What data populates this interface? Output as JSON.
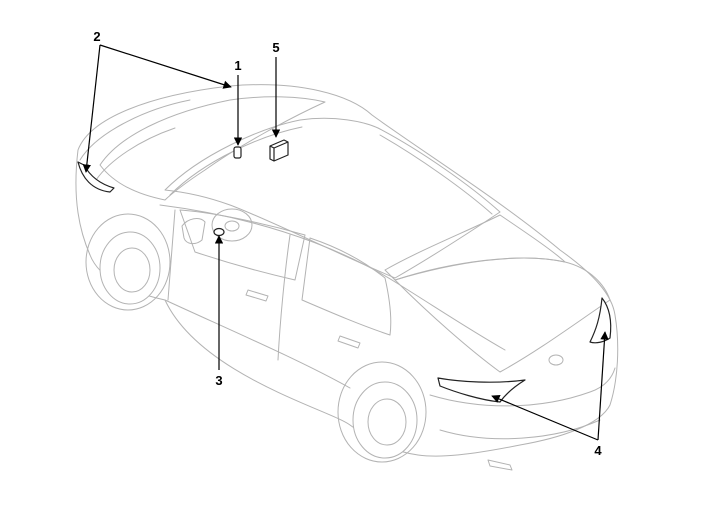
{
  "callouts": [
    {
      "id": "1",
      "label": "1"
    },
    {
      "id": "2",
      "label": "2"
    },
    {
      "id": "3",
      "label": "3"
    },
    {
      "id": "4",
      "label": "4"
    },
    {
      "id": "5",
      "label": "5"
    }
  ],
  "colors": {
    "car_outline": "#b3b3b3",
    "component": "#222222",
    "leader": "#000000",
    "background": "#ffffff"
  }
}
